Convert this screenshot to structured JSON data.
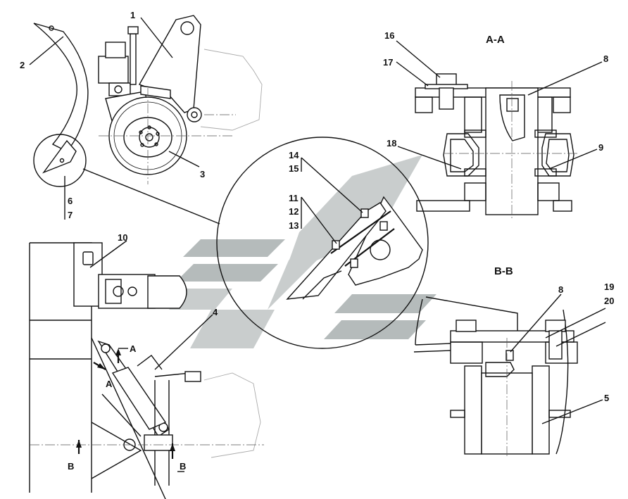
{
  "figure": {
    "section_aa": "A-A",
    "section_bb": "B-B",
    "view_marks": {
      "a1": "A",
      "a2": "A",
      "b1": "B",
      "b2": "B"
    },
    "callouts": [
      {
        "id": "c1",
        "text": "1"
      },
      {
        "id": "c2",
        "text": "2"
      },
      {
        "id": "c3",
        "text": "3"
      },
      {
        "id": "c4",
        "text": "4"
      },
      {
        "id": "c5",
        "text": "5"
      },
      {
        "id": "c6",
        "text": "6"
      },
      {
        "id": "c7",
        "text": "7"
      },
      {
        "id": "c8a",
        "text": "8"
      },
      {
        "id": "c8b",
        "text": "8"
      },
      {
        "id": "c9",
        "text": "9"
      },
      {
        "id": "c10",
        "text": "10"
      },
      {
        "id": "c11",
        "text": "11"
      },
      {
        "id": "c12",
        "text": "12"
      },
      {
        "id": "c13",
        "text": "13"
      },
      {
        "id": "c14",
        "text": "14"
      },
      {
        "id": "c15",
        "text": "15"
      },
      {
        "id": "c16",
        "text": "16"
      },
      {
        "id": "c17",
        "text": "17"
      },
      {
        "id": "c18",
        "text": "18"
      },
      {
        "id": "c19",
        "text": "19"
      },
      {
        "id": "c20",
        "text": "20"
      }
    ]
  }
}
